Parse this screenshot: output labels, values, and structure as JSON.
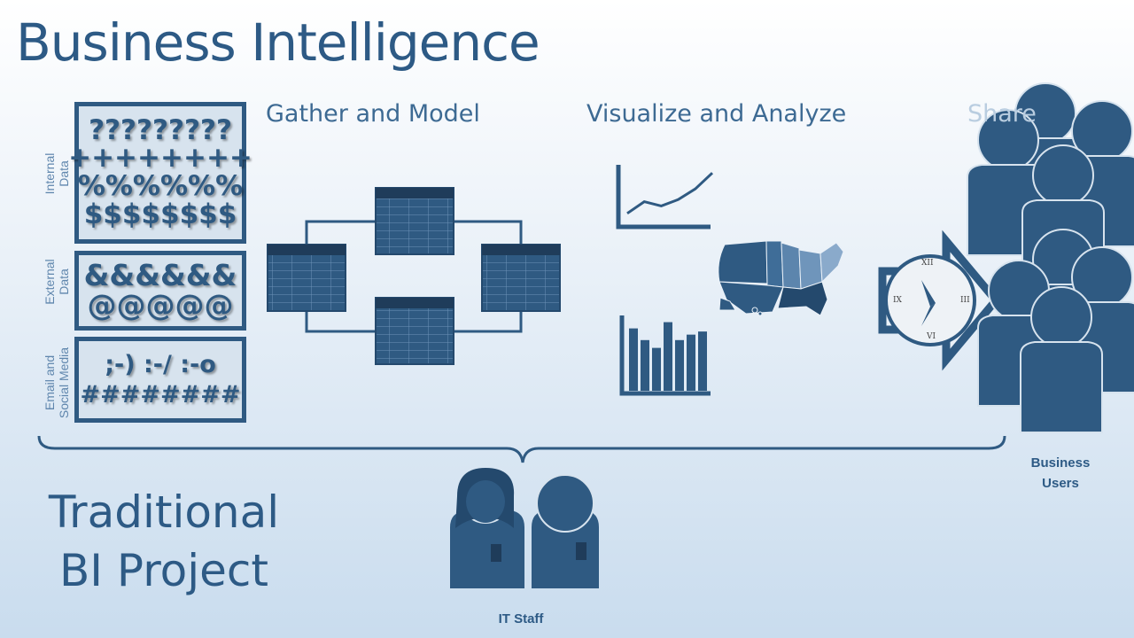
{
  "title": "Business Intelligence",
  "stages": {
    "gather": "Gather and Model",
    "visualize": "Visualize and Analyze",
    "share": "Share"
  },
  "sources": [
    {
      "label1": "Internal",
      "label2": "Data",
      "lines": [
        "?????????",
        "++++++++",
        "%%%%%%",
        "$$$$$$$$"
      ]
    },
    {
      "label1": "External",
      "label2": "Data",
      "lines": [
        "&&&&&&",
        "@@@@@"
      ]
    },
    {
      "label1": "Email and",
      "label2": "Social Media",
      "lines": [
        ";-)  :-/  :-o",
        "########"
      ]
    }
  ],
  "clock_numerals": {
    "top": "XII",
    "left": "IX",
    "right": "III",
    "bottom": "VI"
  },
  "bar_chart_values": [
    80,
    65,
    55,
    88,
    65,
    72,
    76
  ],
  "line_chart_values": [
    12,
    34,
    26,
    38,
    58,
    88
  ],
  "traditional": {
    "line1": "Traditional",
    "line2": "BI Project"
  },
  "it_staff_label": "IT Staff",
  "business_users": {
    "line1": "Business",
    "line2": "Users"
  },
  "colors": {
    "primary": "#2f5a82",
    "dark": "#24496d",
    "light": "#d7e3ee"
  }
}
